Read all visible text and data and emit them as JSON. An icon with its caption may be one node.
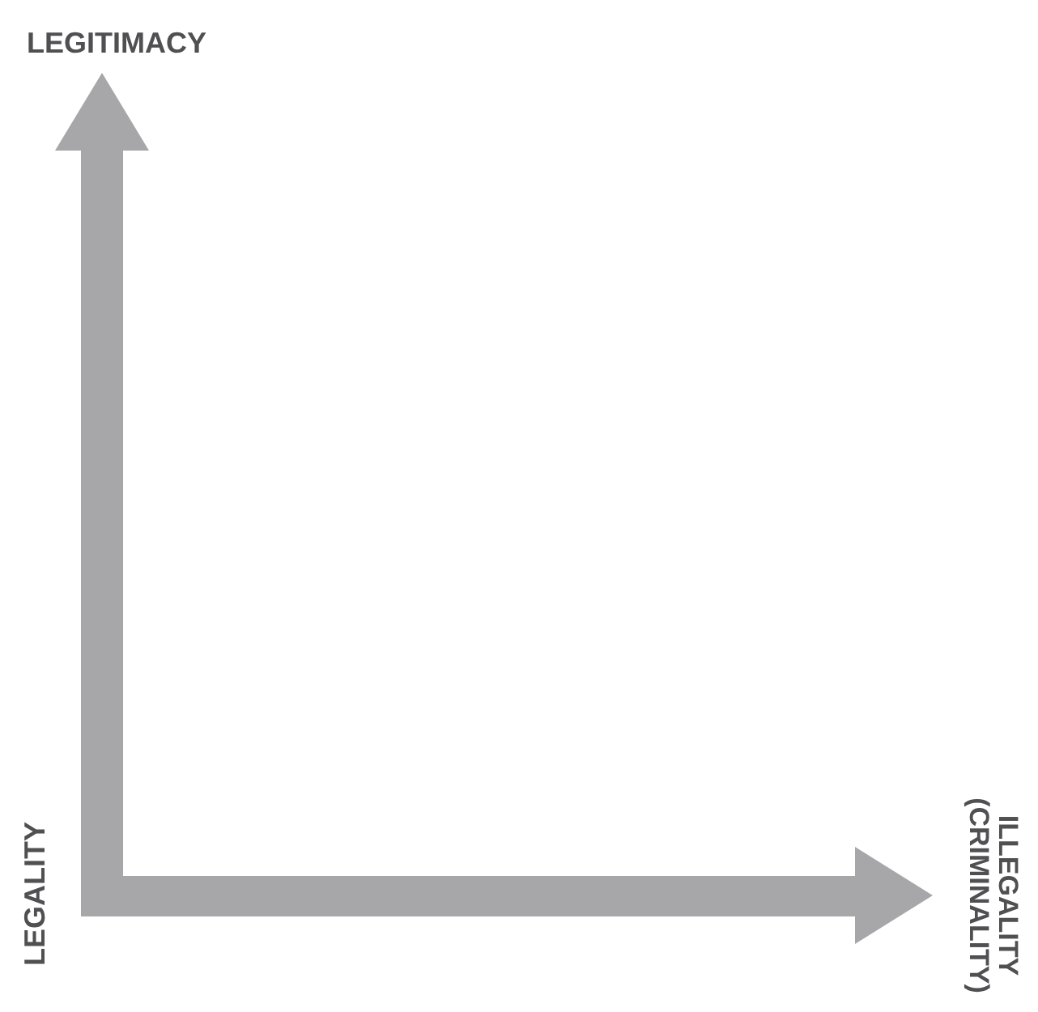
{
  "diagram": {
    "labels": [
      "LEGITIMACY",
      "LEGALITY",
      "ILLEGALITY (CRIMINALITY)"
    ]
  }
}
